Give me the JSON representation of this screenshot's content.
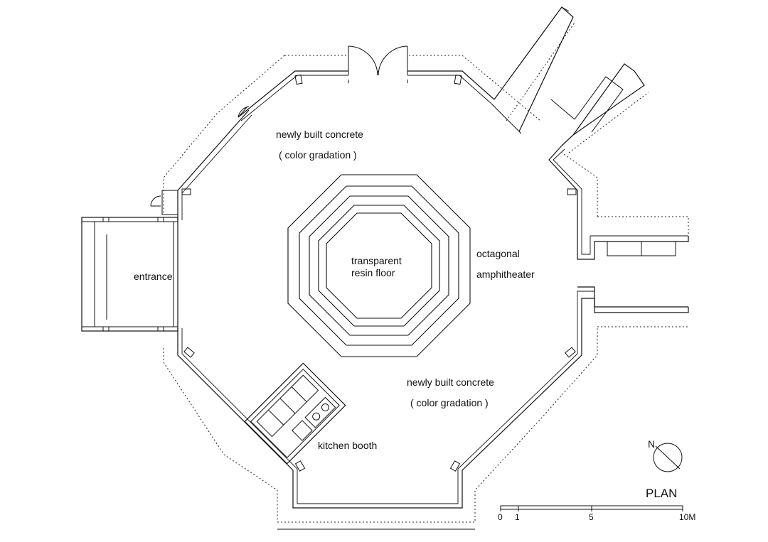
{
  "labels": {
    "concrete_top_line1": "newly built concrete",
    "concrete_top_line2": "( color gradation )",
    "floor_line1": "transparent",
    "floor_line2": "resin floor",
    "amph_line1": "octagonal",
    "amph_line2": "amphitheater",
    "entrance": "entrance",
    "concrete_bottom_line1": "newly built concrete",
    "concrete_bottom_line2": "( color gradation )",
    "kitchen": "kitchen booth",
    "north": "N",
    "plan_title": "PLAN"
  },
  "scale_bar": {
    "ticks": [
      "0",
      "1",
      "5",
      "10M"
    ]
  },
  "colors": {
    "line": "#111111",
    "background": "#ffffff"
  },
  "icons": [
    "north-arrow-icon",
    "door-swing-icon"
  ]
}
